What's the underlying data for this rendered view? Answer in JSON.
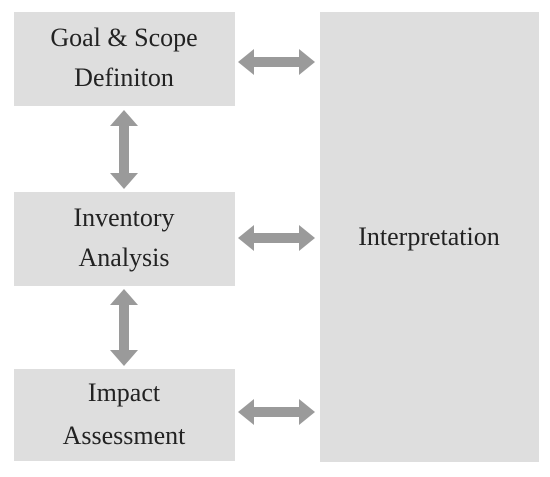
{
  "diagram": {
    "colors": {
      "box_fill": "#dedede",
      "arrow": "#9a9a9a",
      "text": "#222222",
      "background": "#ffffff"
    },
    "boxes": {
      "goal_scope": {
        "line1": "Goal & Scope",
        "line2": "Definiton"
      },
      "inventory": {
        "line1": "Inventory",
        "line2": "Analysis"
      },
      "impact": {
        "line1": "Impact",
        "line2": "Assessment"
      },
      "interpretation": {
        "label": "Interpretation"
      }
    },
    "arrows": [
      {
        "name": "goal-interpretation-arrow",
        "from": "Goal & Scope Definiton",
        "to": "Interpretation",
        "direction": "bidirectional"
      },
      {
        "name": "inventory-interpretation-arrow",
        "from": "Inventory Analysis",
        "to": "Interpretation",
        "direction": "bidirectional"
      },
      {
        "name": "impact-interpretation-arrow",
        "from": "Impact Assessment",
        "to": "Interpretation",
        "direction": "bidirectional"
      },
      {
        "name": "goal-inventory-arrow",
        "from": "Goal & Scope Definiton",
        "to": "Inventory Analysis",
        "direction": "bidirectional"
      },
      {
        "name": "inventory-impact-arrow",
        "from": "Inventory Analysis",
        "to": "Impact Assessment",
        "direction": "bidirectional"
      }
    ]
  }
}
